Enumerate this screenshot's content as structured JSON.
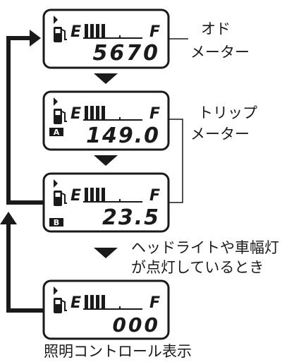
{
  "colors": {
    "ink": "#1a1a1a",
    "background": "#ffffff"
  },
  "displays": [
    {
      "gauge_left": "E",
      "gauge_right": "F",
      "gauge_level_bars": 4,
      "trip_badge": "",
      "value": "5670"
    },
    {
      "gauge_left": "E",
      "gauge_right": "F",
      "gauge_level_bars": 4,
      "trip_badge": "A",
      "value": "149.0"
    },
    {
      "gauge_left": "E",
      "gauge_right": "F",
      "gauge_level_bars": 4,
      "trip_badge": "B",
      "value": "23.5"
    },
    {
      "gauge_left": "E",
      "gauge_right": "F",
      "gauge_level_bars": 4,
      "trip_badge": "",
      "value": "000"
    }
  ],
  "icons": {
    "fuel": "fuel-pump-icon",
    "down": "down-triangle-arrow-icon",
    "flow": "flow-arrow-icon"
  },
  "labels": {
    "odo_line1": "オド",
    "odo_line2": "メーター",
    "trip_line1": "トリップ",
    "trip_line2": "メーター",
    "lights_line1": "ヘッドライトや車幅灯",
    "lights_line2": "が点灯しているとき",
    "caption": "照明コントロール表示"
  }
}
